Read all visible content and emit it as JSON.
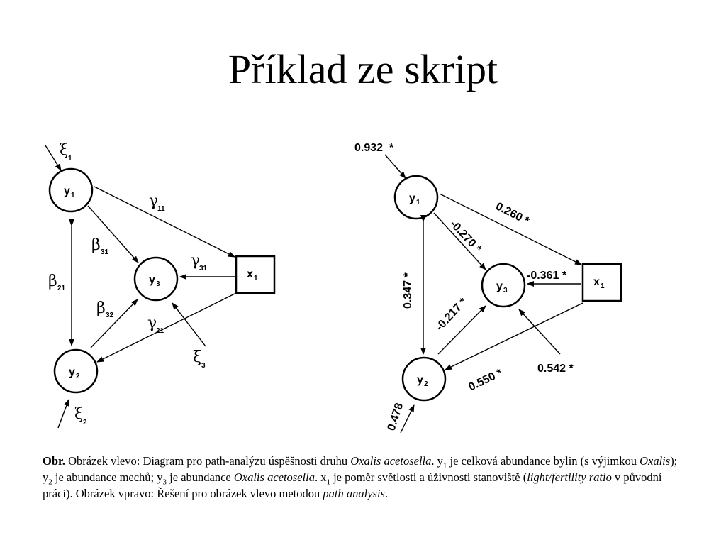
{
  "title": "Příklad ze skript",
  "left_diagram": {
    "nodes": {
      "y1": {
        "main": "y",
        "sub": "1"
      },
      "y2": {
        "main": "y",
        "sub": "2"
      },
      "y3": {
        "main": "y",
        "sub": "3"
      },
      "x1": {
        "main": "x",
        "sub": "1"
      }
    },
    "labels": {
      "xi1": {
        "sym": "ξ",
        "sub": "1"
      },
      "xi2": {
        "sym": "ξ",
        "sub": "2"
      },
      "xi3": {
        "sym": "ξ",
        "sub": "3"
      },
      "gamma11": {
        "sym": "γ",
        "sub": "11"
      },
      "gamma31": {
        "sym": "γ",
        "sub": "31"
      },
      "gamma21": {
        "sym": "γ",
        "sub": "21"
      },
      "beta31": {
        "sym": "β",
        "sub": "31"
      },
      "beta32": {
        "sym": "β",
        "sub": "32"
      },
      "beta21": {
        "sym": "β",
        "sub": "21"
      }
    }
  },
  "right_diagram": {
    "nodes": {
      "y1": {
        "main": "y",
        "sub": "1"
      },
      "y2": {
        "main": "y",
        "sub": "2"
      },
      "y3": {
        "main": "y",
        "sub": "3"
      },
      "x1": {
        "main": "x",
        "sub": "1"
      }
    },
    "coefficients": {
      "e_y1": "0.932  *",
      "x1_y1": "0.260 *",
      "y1_y3": "-0.270 *",
      "y1_y2": "0.347 *",
      "y2_y3": "-0.217 *",
      "x1_y3": "-0.361 *",
      "x1_y2": "0.550 *",
      "e_y3": "0.542 *",
      "e_y2": "0.478"
    }
  },
  "caption": {
    "obr": "Obr.",
    "t1": " Obrázek vlevo: Diagram pro path-analýzu úspěšnosti druhu ",
    "i1": "Oxalis acetosella",
    "t2": ". y",
    "s1": "1",
    "t3": " je celková abundance bylin (s výjimkou ",
    "i2": "Oxalis",
    "t4": "); y",
    "s2": "2",
    "t5": " je abundance mechů; y",
    "s3": "3",
    "t6": " je abundance ",
    "i3": "Oxalis acetosella",
    "t7": ". x",
    "s4": "1",
    "t8": " je poměr světlosti a úživnosti stanoviště (",
    "i4": "light/fertility ratio",
    "t9": " v původní práci). Obrázek vpravo: Řešení pro obrázek vlevo metodou ",
    "i5": "path analysis",
    "t10": "."
  }
}
